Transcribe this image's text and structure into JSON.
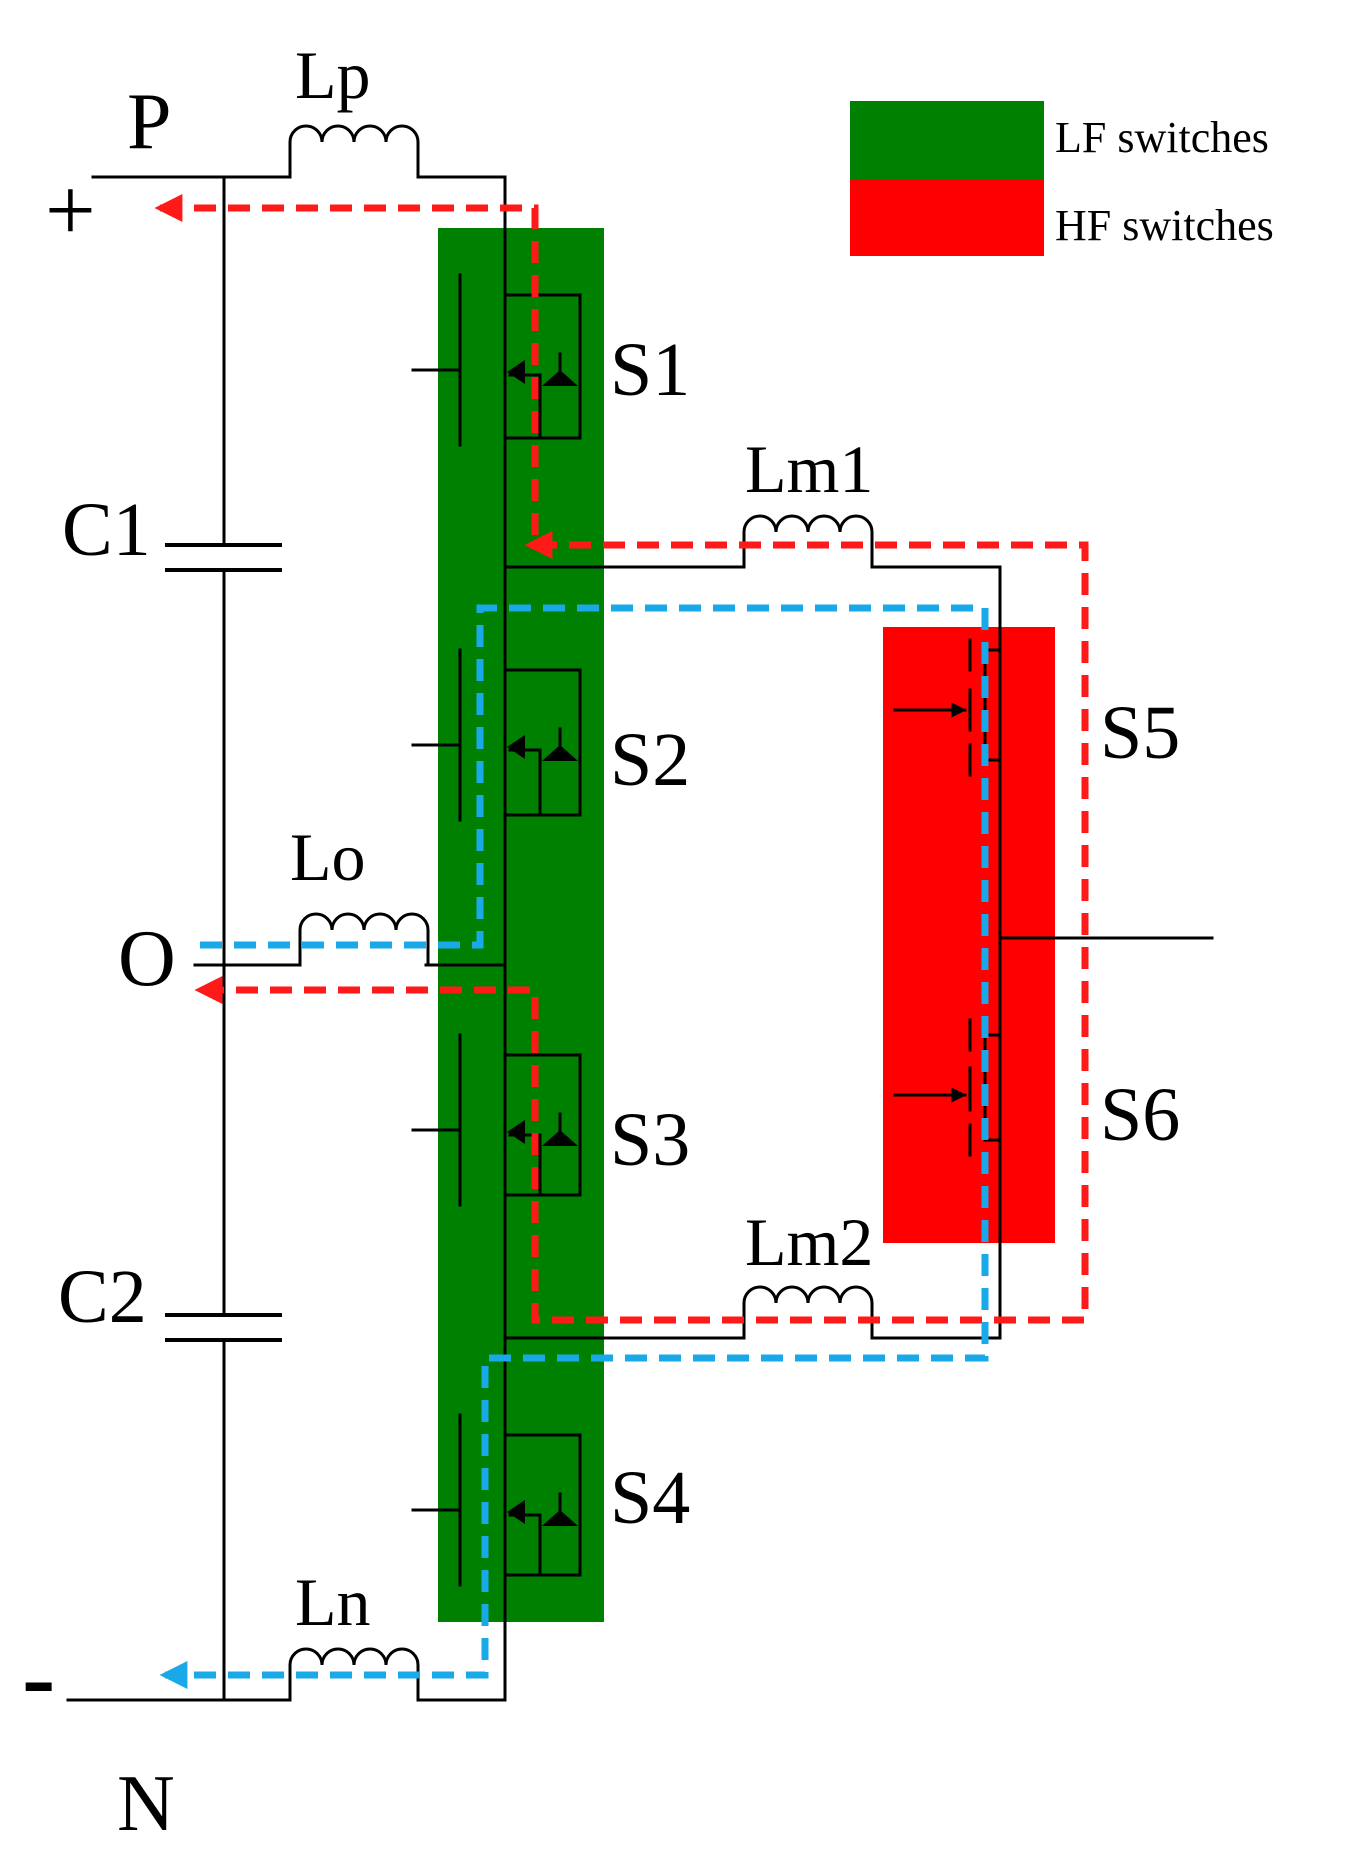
{
  "colors": {
    "lf_block": "#008000",
    "hf_block": "#ff0000",
    "red_path": "#ff1a1a",
    "blue_path": "#19a9e8",
    "wire": "#000000"
  },
  "legend": {
    "lf_label": "LF switches",
    "hf_label": "HF switches"
  },
  "terminals": {
    "p": "P",
    "plus": "+",
    "o": "O",
    "minus": "-",
    "n": "N"
  },
  "inductors": {
    "lp": "Lp",
    "lo": "Lo",
    "ln": "Ln",
    "lm1": "Lm1",
    "lm2": "Lm2"
  },
  "capacitors": {
    "c1": "C1",
    "c2": "C2"
  },
  "switches": {
    "s1": "S1",
    "s2": "S2",
    "s3": "S3",
    "s4": "S4",
    "s5": "S5",
    "s6": "S6"
  }
}
